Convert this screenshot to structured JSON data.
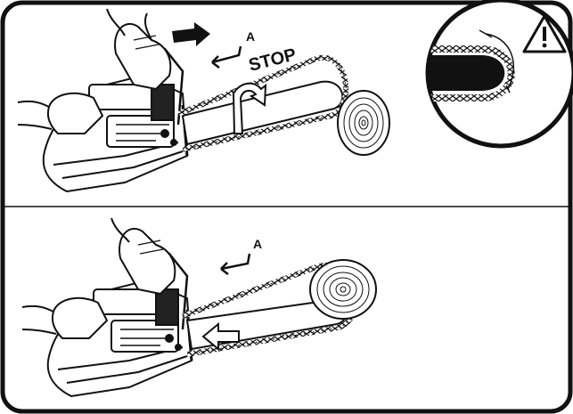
{
  "figure": {
    "top_panel": {
      "callout_letter": "A",
      "stop_label": "STOP",
      "warning_icon": "warning-triangle-icon"
    },
    "bottom_panel": {
      "callout_letter": "A"
    },
    "colors": {
      "ink": "#111111",
      "paper": "#ffffff"
    }
  }
}
